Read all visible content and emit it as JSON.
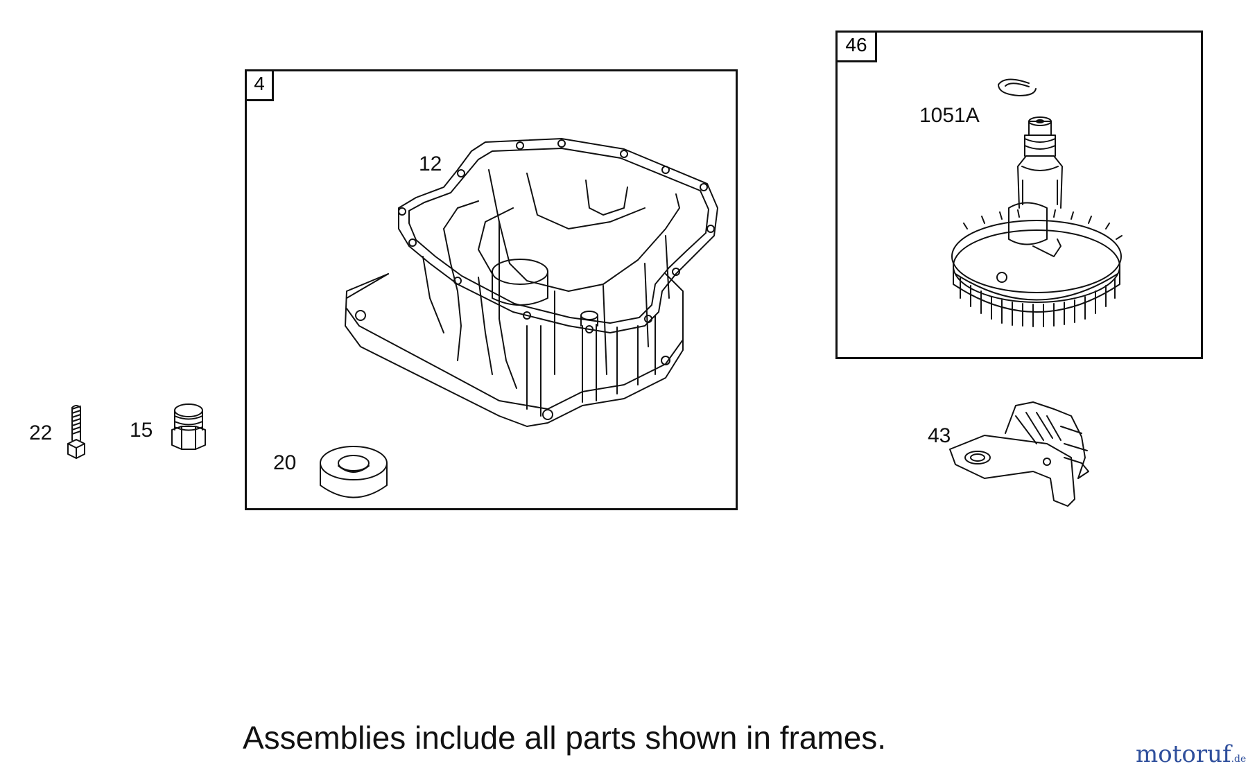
{
  "frames": [
    {
      "id": "frame-4",
      "number": "4"
    },
    {
      "id": "frame-46",
      "number": "46"
    }
  ],
  "callouts": {
    "part_12": "12",
    "part_20": "20",
    "part_22": "22",
    "part_15": "15",
    "part_1051A": "1051A",
    "part_43": "43"
  },
  "caption": "Assemblies include all parts shown in frames.",
  "watermark": {
    "main": "motoruf",
    "tld": ".de"
  },
  "colors": {
    "line": "#111111",
    "background": "#ffffff",
    "watermark": "#2f4f9c"
  }
}
